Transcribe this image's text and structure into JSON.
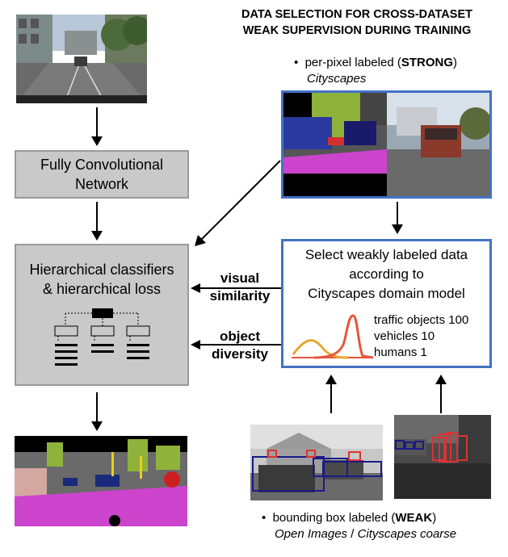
{
  "title": {
    "line1": "DATA SELECTION FOR CROSS-DATASET",
    "line2": "WEAK SUPERVISION DURING TRAINING"
  },
  "strong": {
    "bullet_prefix": "per-pixel labeled (",
    "bullet_bold": "STRONG",
    "bullet_suffix": ")",
    "dataset": "Cityscapes"
  },
  "fcn": {
    "line1": "Fully Convolutional",
    "line2": "Network"
  },
  "classifiers": {
    "line1": "Hierarchical classifiers",
    "line2": "& hierarchical loss"
  },
  "selection": {
    "line1": "Select weakly labeled data",
    "line2": "according to",
    "line3": "Cityscapes domain model",
    "legend": [
      "traffic objects 100",
      "vehicles 10",
      "humans 1"
    ],
    "colors": {
      "orange": "#e8a535",
      "red": "#e8553a"
    }
  },
  "visual_similarity": {
    "line1": "visual",
    "line2": "similarity"
  },
  "object_diversity": {
    "line1": "object",
    "line2": "diversity"
  },
  "weak": {
    "bullet_prefix": "bounding box labeled (",
    "bullet_bold": "WEAK",
    "bullet_suffix": ")",
    "dataset1": "Open Images",
    "separator": "/",
    "dataset2": "Cityscapes coarse"
  },
  "colors": {
    "box_blue": "#4472c4",
    "box_gray": "#c9c9c9",
    "segm_magenta": "#cc44cc",
    "bbox_red": "#e03030",
    "bbox_navy": "#1a1a8a"
  }
}
